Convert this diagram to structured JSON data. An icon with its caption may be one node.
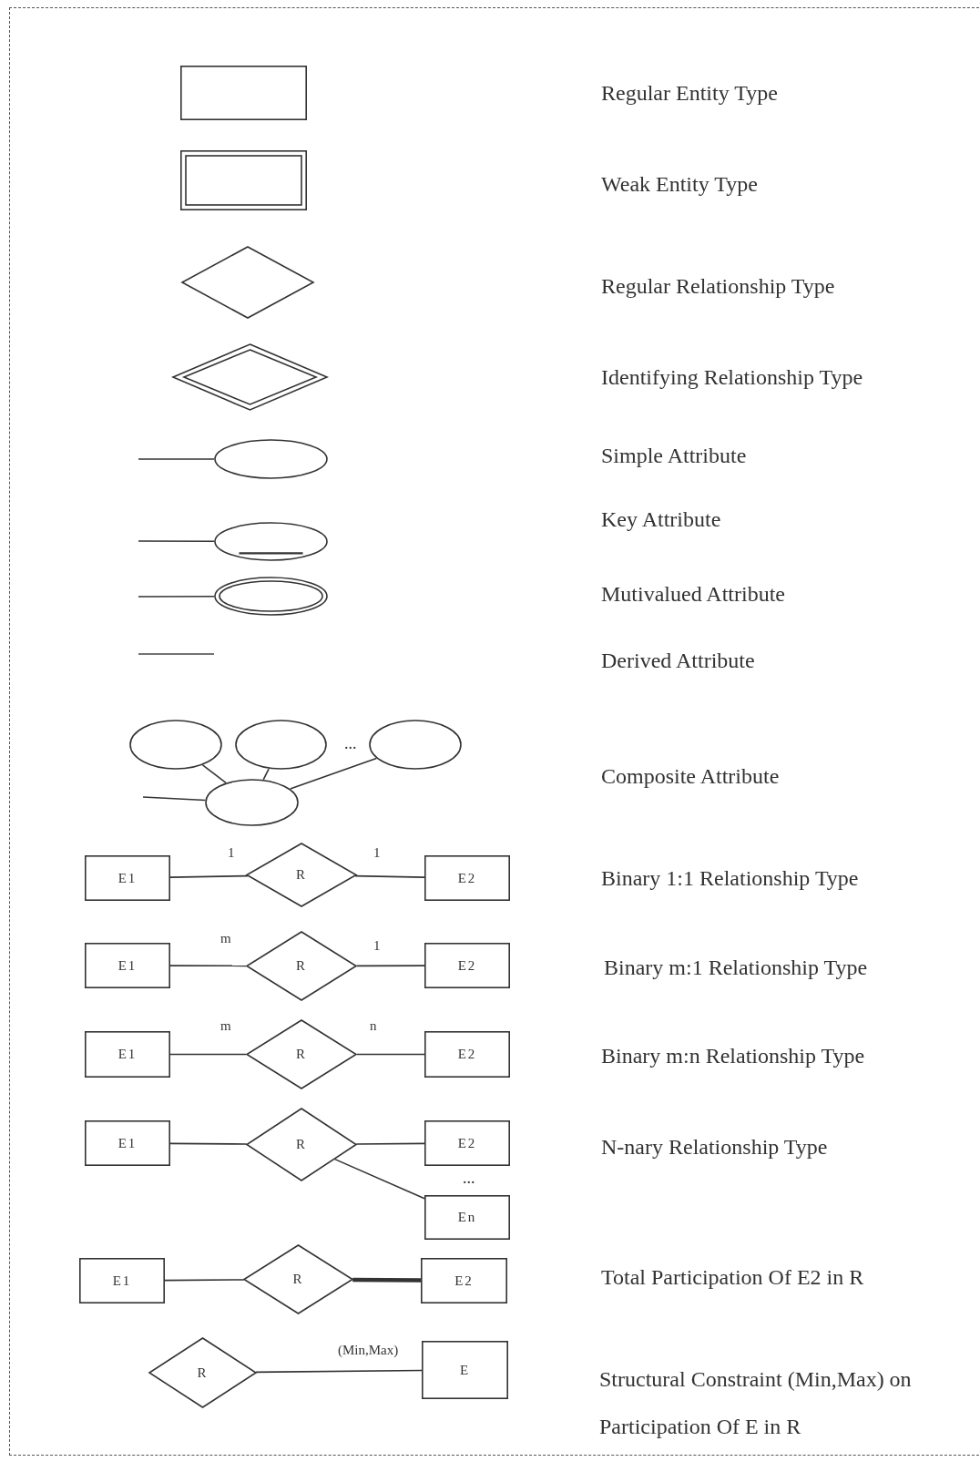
{
  "diagram": {
    "nodes": [
      {
        "text": [],
        "shape": "box"
      },
      {
        "text": [],
        "shape": "box"
      },
      {
        "text": [],
        "shape": "diamond"
      },
      {
        "text": [],
        "shape": "diamond"
      },
      {
        "text": [],
        "shape": "ellipse"
      },
      {
        "text": [],
        "shape": "ellipse"
      },
      {
        "text": [],
        "shape": "ellipse"
      },
      {
        "text": [],
        "shape": "ellipse"
      },
      {
        "text": [],
        "shape": "ellipse"
      },
      {
        "text": [],
        "shape": "ellipse"
      },
      {
        "text": [],
        "shape": "ellipse"
      },
      {
        "text": [
          "E1"
        ]
      },
      {
        "text": [
          "R"
        ]
      },
      {
        "text": [
          "E2"
        ]
      },
      {
        "text": [
          "E1"
        ]
      },
      {
        "text": [
          "R"
        ]
      },
      {
        "text": [
          "E2"
        ]
      },
      {
        "text": [
          "E1"
        ]
      },
      {
        "text": [
          "R"
        ]
      },
      {
        "text": [
          "E2"
        ]
      },
      {
        "text": [
          "E1"
        ]
      },
      {
        "text": [
          "R"
        ]
      },
      {
        "text": [
          "E2"
        ]
      },
      {
        "text": [
          "En"
        ]
      },
      {
        "text": [
          "E1"
        ]
      },
      {
        "text": [
          "R"
        ]
      },
      {
        "text": [
          "E2"
        ]
      },
      {
        "text": [
          "R"
        ]
      },
      {
        "text": [
          "E"
        ]
      }
    ],
    "edges": [
      {
        "from": null,
        "to": 4,
        "arrow": "none"
      },
      {
        "from": null,
        "to": 5,
        "arrow": "none"
      },
      {
        "from": null,
        "to": 6,
        "arrow": "none"
      },
      {
        "from": 7,
        "to": 10,
        "arrow": "none"
      },
      {
        "from": 8,
        "to": 10,
        "arrow": "none"
      },
      {
        "from": 9,
        "to": 10,
        "arrow": "none"
      },
      {
        "from": null,
        "to": 10,
        "arrow": "none"
      },
      {
        "from": 11,
        "to": 12,
        "arrow": "none",
        "label": "1"
      },
      {
        "from": 12,
        "to": 13,
        "arrow": "none",
        "label": "1"
      },
      {
        "from": 14,
        "to": 15,
        "arrow": "none",
        "label": "m"
      },
      {
        "from": 15,
        "to": 16,
        "arrow": "none",
        "label": "1"
      },
      {
        "from": 17,
        "to": 18,
        "arrow": "none",
        "label": "m"
      },
      {
        "from": 18,
        "to": 19,
        "arrow": "none",
        "label": "n"
      },
      {
        "from": 20,
        "to": 21,
        "arrow": "none"
      },
      {
        "from": 21,
        "to": 22,
        "arrow": "none"
      },
      {
        "from": 21,
        "to": 23,
        "arrow": "none"
      },
      {
        "from": 24,
        "to": 25,
        "arrow": "none"
      },
      {
        "from": 25,
        "to": 26,
        "arrow": "none",
        "style": "thick"
      },
      {
        "from": 27,
        "to": 28,
        "arrow": "none",
        "label": "(Min,Max)"
      }
    ],
    "labels": [
      "Regular Entity Type",
      "Weak Entity Type",
      "Regular Relationship Type",
      "Identifying Relationship Type",
      "Simple Attribute",
      "Key Attribute",
      "Mutivalued Attribute",
      "Derived Attribute",
      "...",
      "Composite Attribute",
      "Binary 1:1 Relationship Type",
      "Binary m:1 Relationship Type",
      "Binary m:n Relationship Type",
      "N-nary Relationship Type",
      "...",
      "Total Participation Of E2 in R",
      "Structural Constraint (Min,Max) on Participation Of E in R"
    ]
  }
}
